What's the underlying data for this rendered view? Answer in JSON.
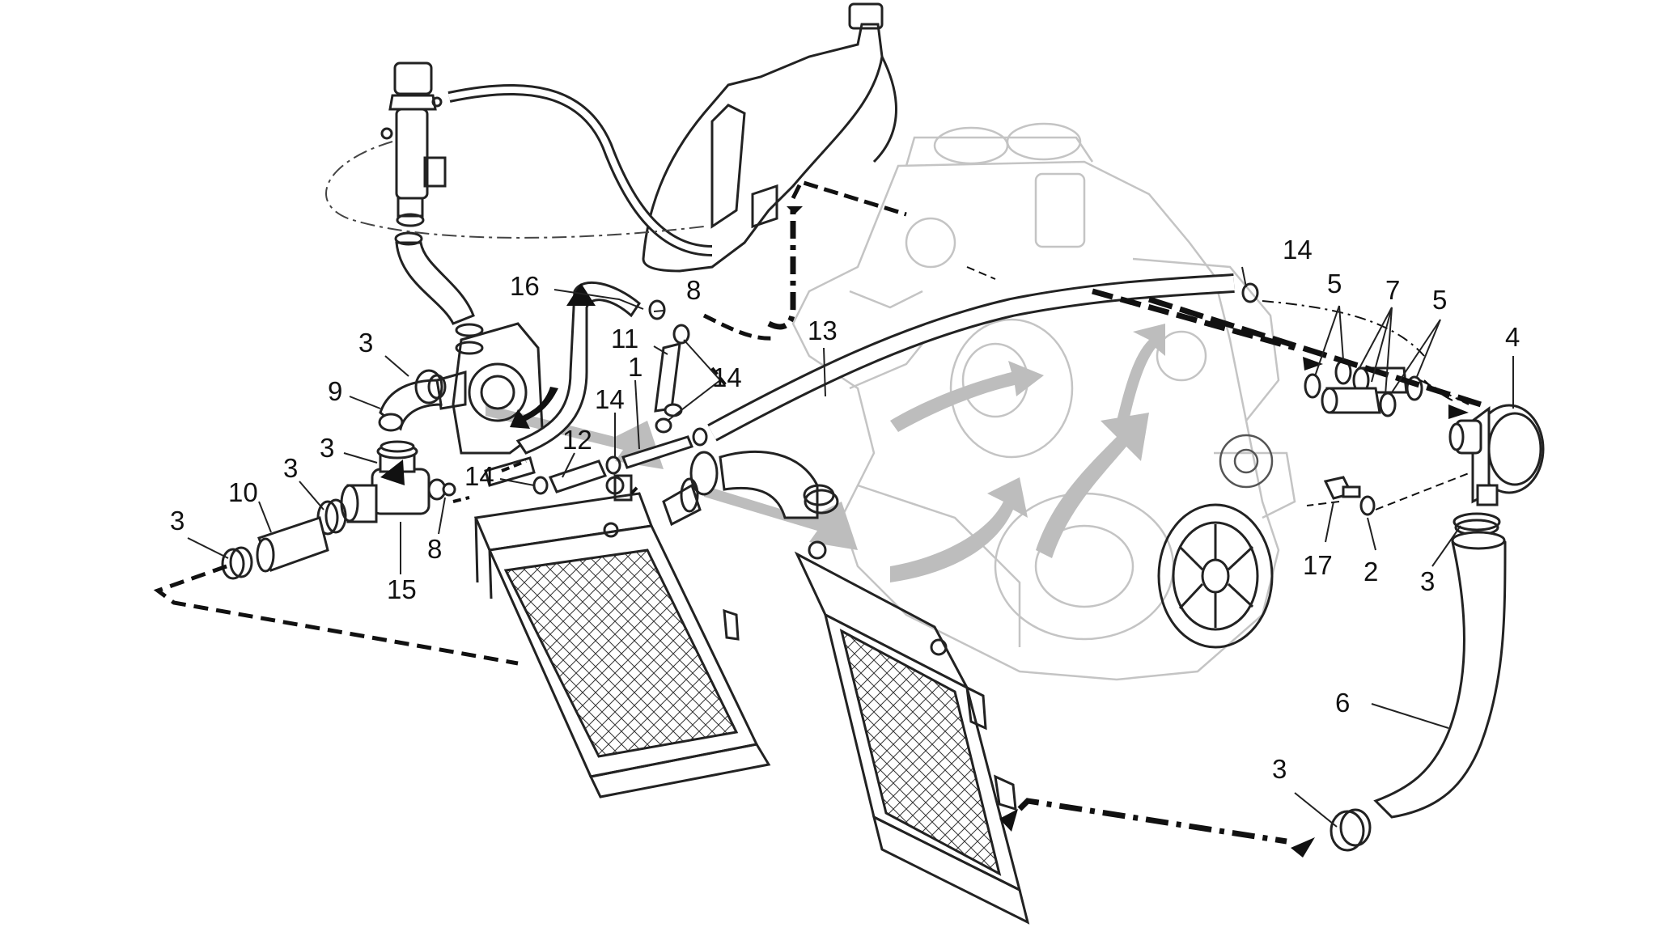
{
  "diagram": {
    "colors": {
      "line": "#222222",
      "ghost": "#c4c4c4",
      "flow_arrow": "#bdbdbd",
      "background": "#ffffff"
    },
    "callouts": [
      {
        "id": "c16",
        "label": "16"
      },
      {
        "id": "c8a",
        "label": "8"
      },
      {
        "id": "c11",
        "label": "11"
      },
      {
        "id": "c1",
        "label": "1"
      },
      {
        "id": "c14a",
        "label": "14"
      },
      {
        "id": "c13",
        "label": "13"
      },
      {
        "id": "c14b",
        "label": "14"
      },
      {
        "id": "c14c",
        "label": "14"
      },
      {
        "id": "c12",
        "label": "12"
      },
      {
        "id": "c14d",
        "label": "14"
      },
      {
        "id": "c3a",
        "label": "3"
      },
      {
        "id": "c9",
        "label": "9"
      },
      {
        "id": "c3b",
        "label": "3"
      },
      {
        "id": "c3c",
        "label": "3"
      },
      {
        "id": "c10",
        "label": "10"
      },
      {
        "id": "c3d",
        "label": "3"
      },
      {
        "id": "c15",
        "label": "15"
      },
      {
        "id": "c8b",
        "label": "8"
      },
      {
        "id": "c5a",
        "label": "5"
      },
      {
        "id": "c7",
        "label": "7"
      },
      {
        "id": "c5b",
        "label": "5"
      },
      {
        "id": "c4",
        "label": "4"
      },
      {
        "id": "c17",
        "label": "17"
      },
      {
        "id": "c2",
        "label": "2"
      },
      {
        "id": "c3e",
        "label": "3"
      },
      {
        "id": "c6",
        "label": "6"
      },
      {
        "id": "c3f",
        "label": "3"
      }
    ]
  }
}
